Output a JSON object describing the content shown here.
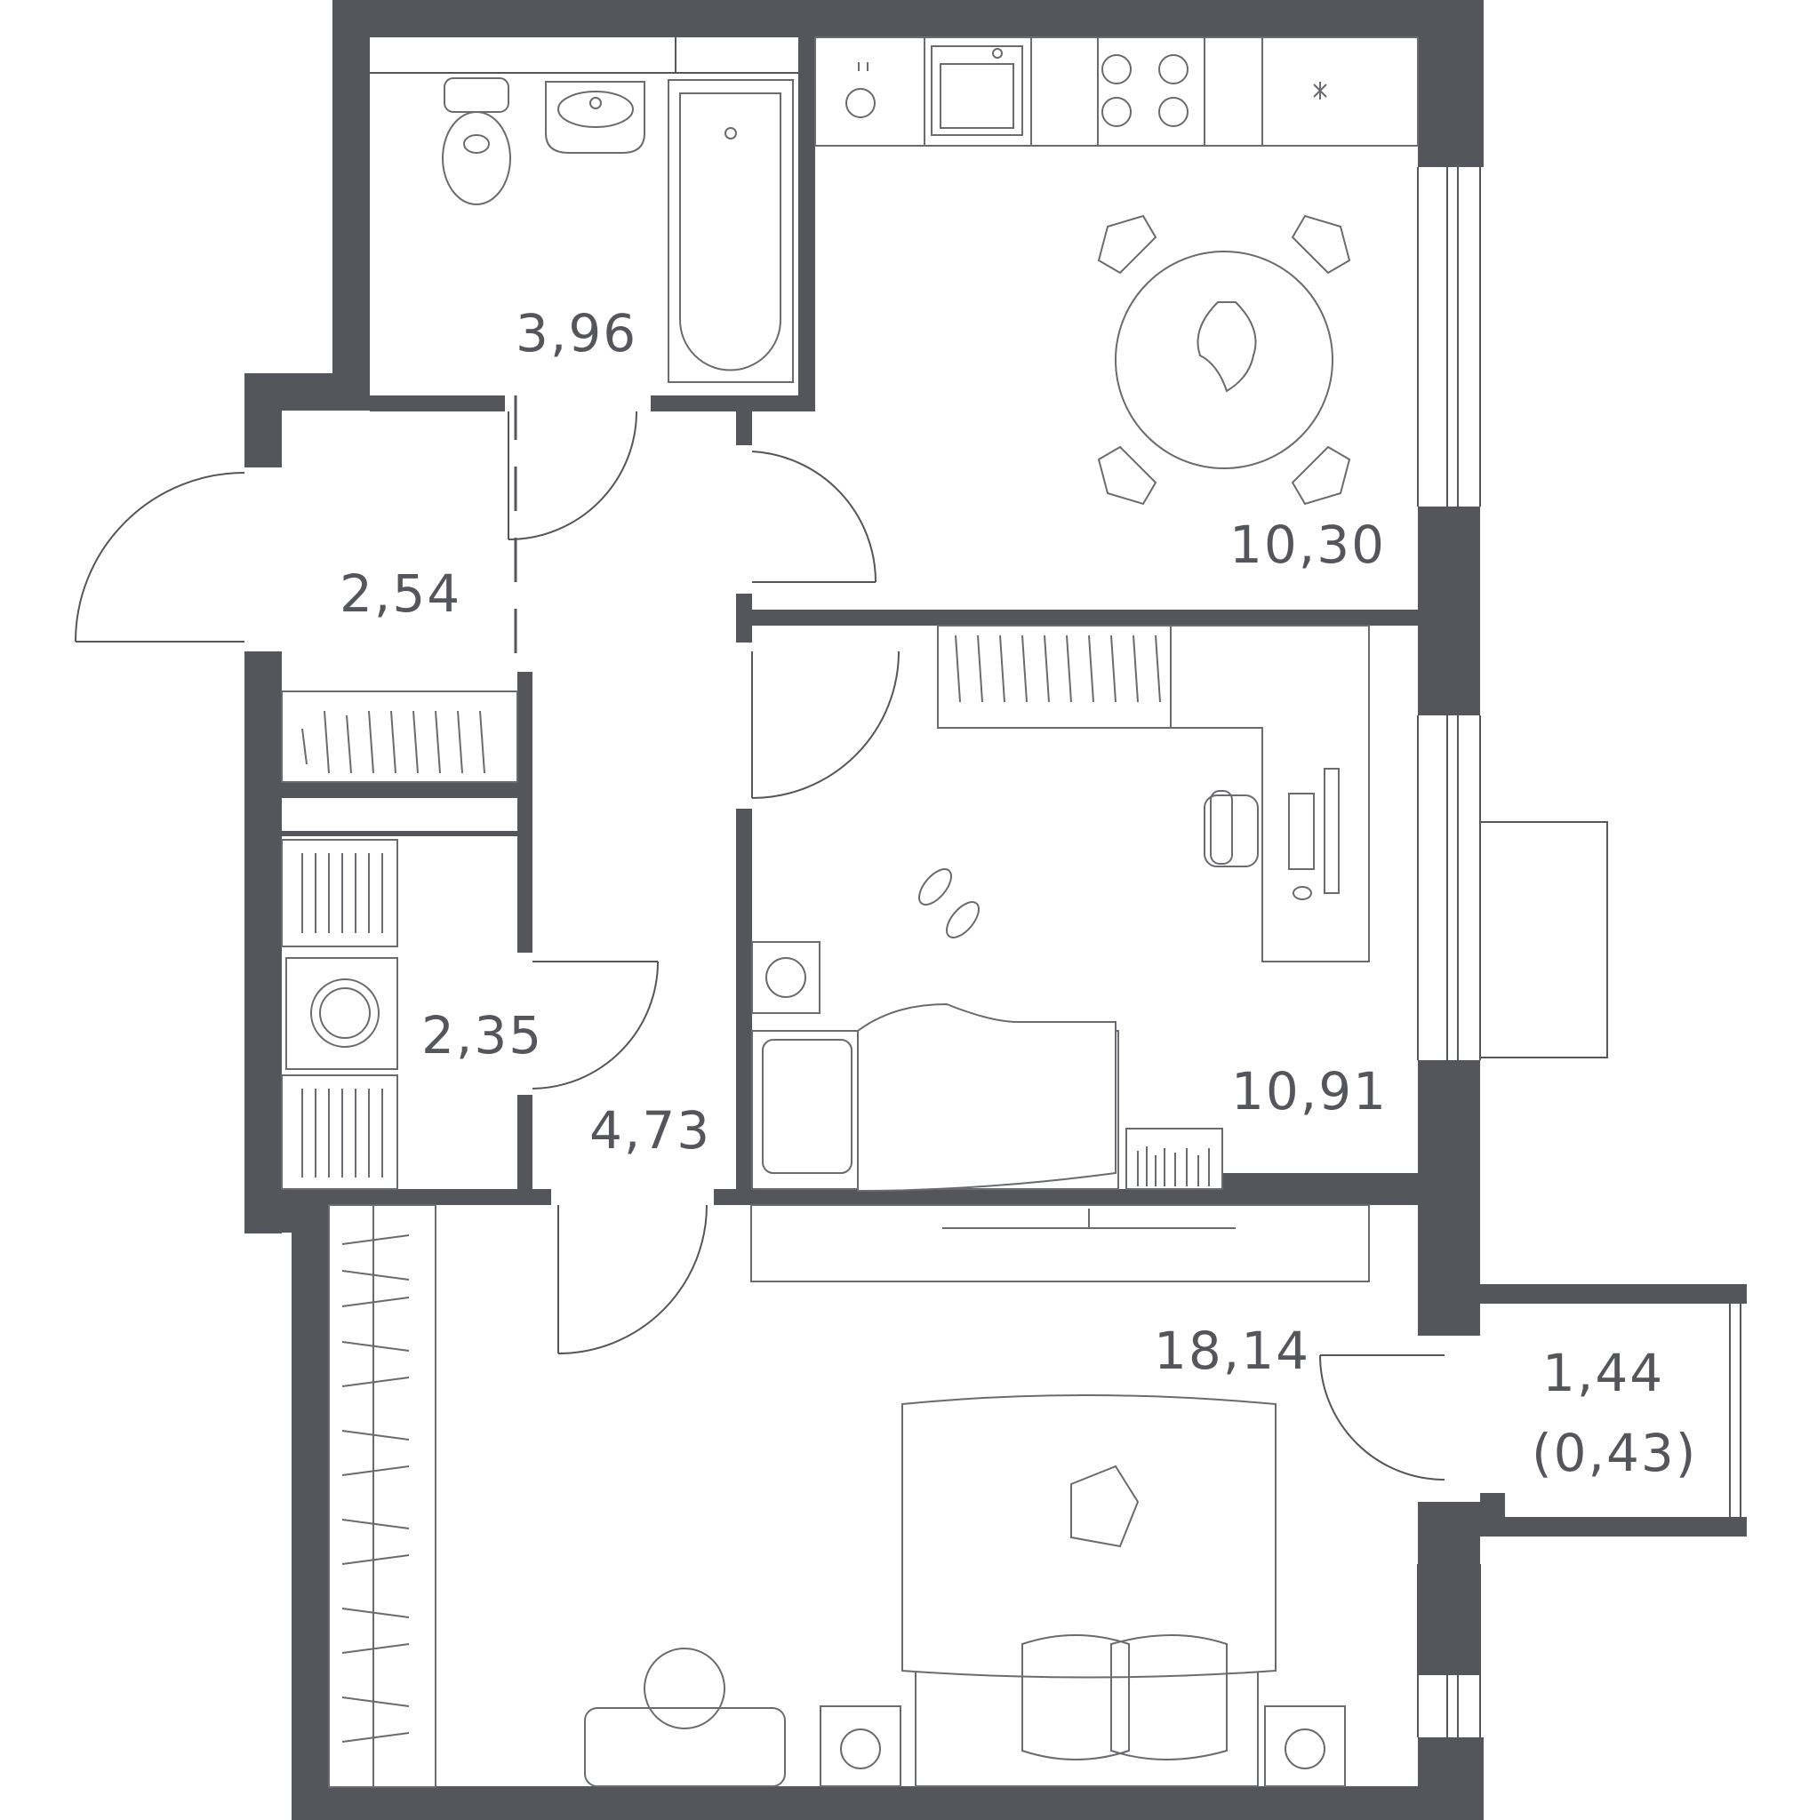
{
  "plan": {
    "colors": {
      "wall": "#55565b",
      "line": "#6a6b70",
      "background": "#ffffff"
    },
    "rooms": [
      {
        "id": "bathroom",
        "area": "3,96"
      },
      {
        "id": "kitchen",
        "area": "10,30"
      },
      {
        "id": "entry",
        "area": "2,54"
      },
      {
        "id": "storage",
        "area": "2,35"
      },
      {
        "id": "corridor",
        "area": "4,73"
      },
      {
        "id": "bedroom",
        "area": "10,91"
      },
      {
        "id": "living-room",
        "area": "18,14"
      },
      {
        "id": "balcony",
        "area": "1,44"
      }
    ],
    "balcony_reduced_area": "(0,43)"
  }
}
